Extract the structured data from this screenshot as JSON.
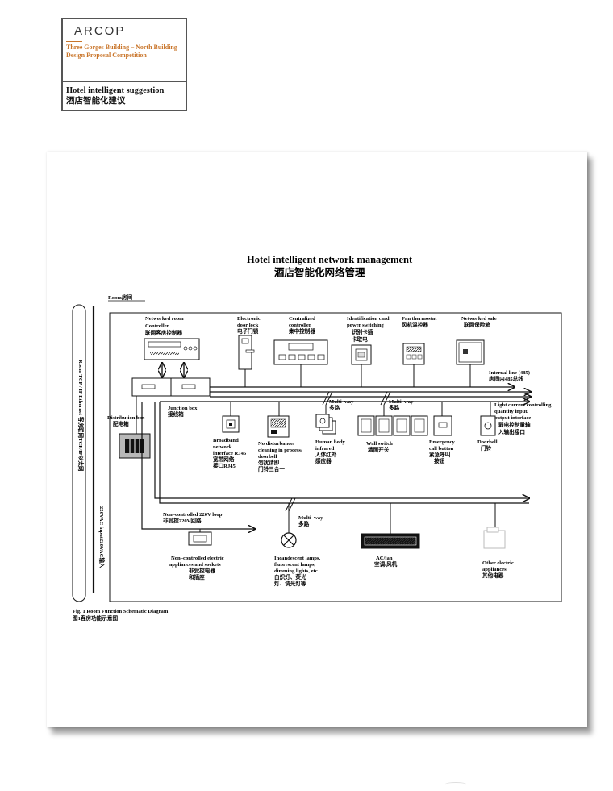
{
  "header": {
    "brand": "ARCOP",
    "competition_line1": "Three Gorges Building – North Building",
    "competition_line2": "Design Proposal Competition",
    "subtitle_en": "Hotel intelligent suggestion",
    "subtitle_cn": "酒店智能化建议"
  },
  "diagram": {
    "title_en": "Hotel intelligent network management",
    "title_cn": "酒店智能化网络管理",
    "room_label": "Room房间",
    "side_ethernet": "Room TCP / IP Ethernet 客房联网TCP/IP以太网",
    "side_power": "220VAC input220VAC输入",
    "networked_room_controller": [
      "Networked room",
      "Controller",
      "联网客房控制器"
    ],
    "electronic_door_lock": [
      "Electronic",
      "door lock",
      "电子门锁"
    ],
    "centralized_controller": [
      "Centralized",
      "controller",
      "集中控制器"
    ],
    "id_card_switch": [
      "Identification card",
      "power switching",
      "识别卡插",
      "卡取电"
    ],
    "fan_thermostat": [
      "Fan thermostat",
      "风机温控器"
    ],
    "networked_safe": [
      "Networked safe",
      "联网保险箱"
    ],
    "internal_line": [
      "Internal line (485)",
      "房间内485总线"
    ],
    "distribution_box": [
      "Distribution box",
      "配电箱"
    ],
    "junction_box": [
      "Junction box",
      "接线箱"
    ],
    "broadband": [
      "Broadband",
      "network",
      "interface RJ45",
      "宽带网络",
      "接口RJ45"
    ],
    "no_disturbance": [
      "No disturbance/",
      "cleaning in process/",
      "doorbell",
      "勿扰请即",
      "门铃三合一"
    ],
    "multiway_1": [
      "Multi–way",
      "多路"
    ],
    "multiway_2": [
      "Multi–way",
      "多路"
    ],
    "human_body": [
      "Human body",
      "infrared",
      "人体红外",
      "感应器"
    ],
    "wall_switch": [
      "Wall switch",
      "墙面开关"
    ],
    "emergency": [
      "Emergency",
      "call button",
      "紧急呼叫",
      "按钮"
    ],
    "doorbell": [
      "Doorbell",
      "门铃"
    ],
    "light_current": [
      "Light current controlling",
      "quantity input/",
      "output interface",
      "弱电控制量输",
      "入输出接口"
    ],
    "non_controlled_loop": [
      "Non–controlled 220V loop",
      "非受控220V回路"
    ],
    "multiway_3": [
      "Multi–way",
      "多路"
    ],
    "non_controlled_appliances": [
      "Non–controlled electric",
      "appliances and sockets",
      "非受控电器",
      "和插座"
    ],
    "lamps": [
      "Incandescent lamps,",
      "fluorescent  lamps,",
      "dimming lights, etc.",
      "白炽灯、荧光",
      "灯、调光灯等"
    ],
    "ac_fan": [
      "AC/fan",
      "空调/风机"
    ],
    "other_appliances": [
      "Other electric",
      "appliances",
      "其他电器"
    ],
    "caption": [
      "Fig. 1   Room Function Schematic Diagram",
      "图1客房功能示意图"
    ]
  }
}
